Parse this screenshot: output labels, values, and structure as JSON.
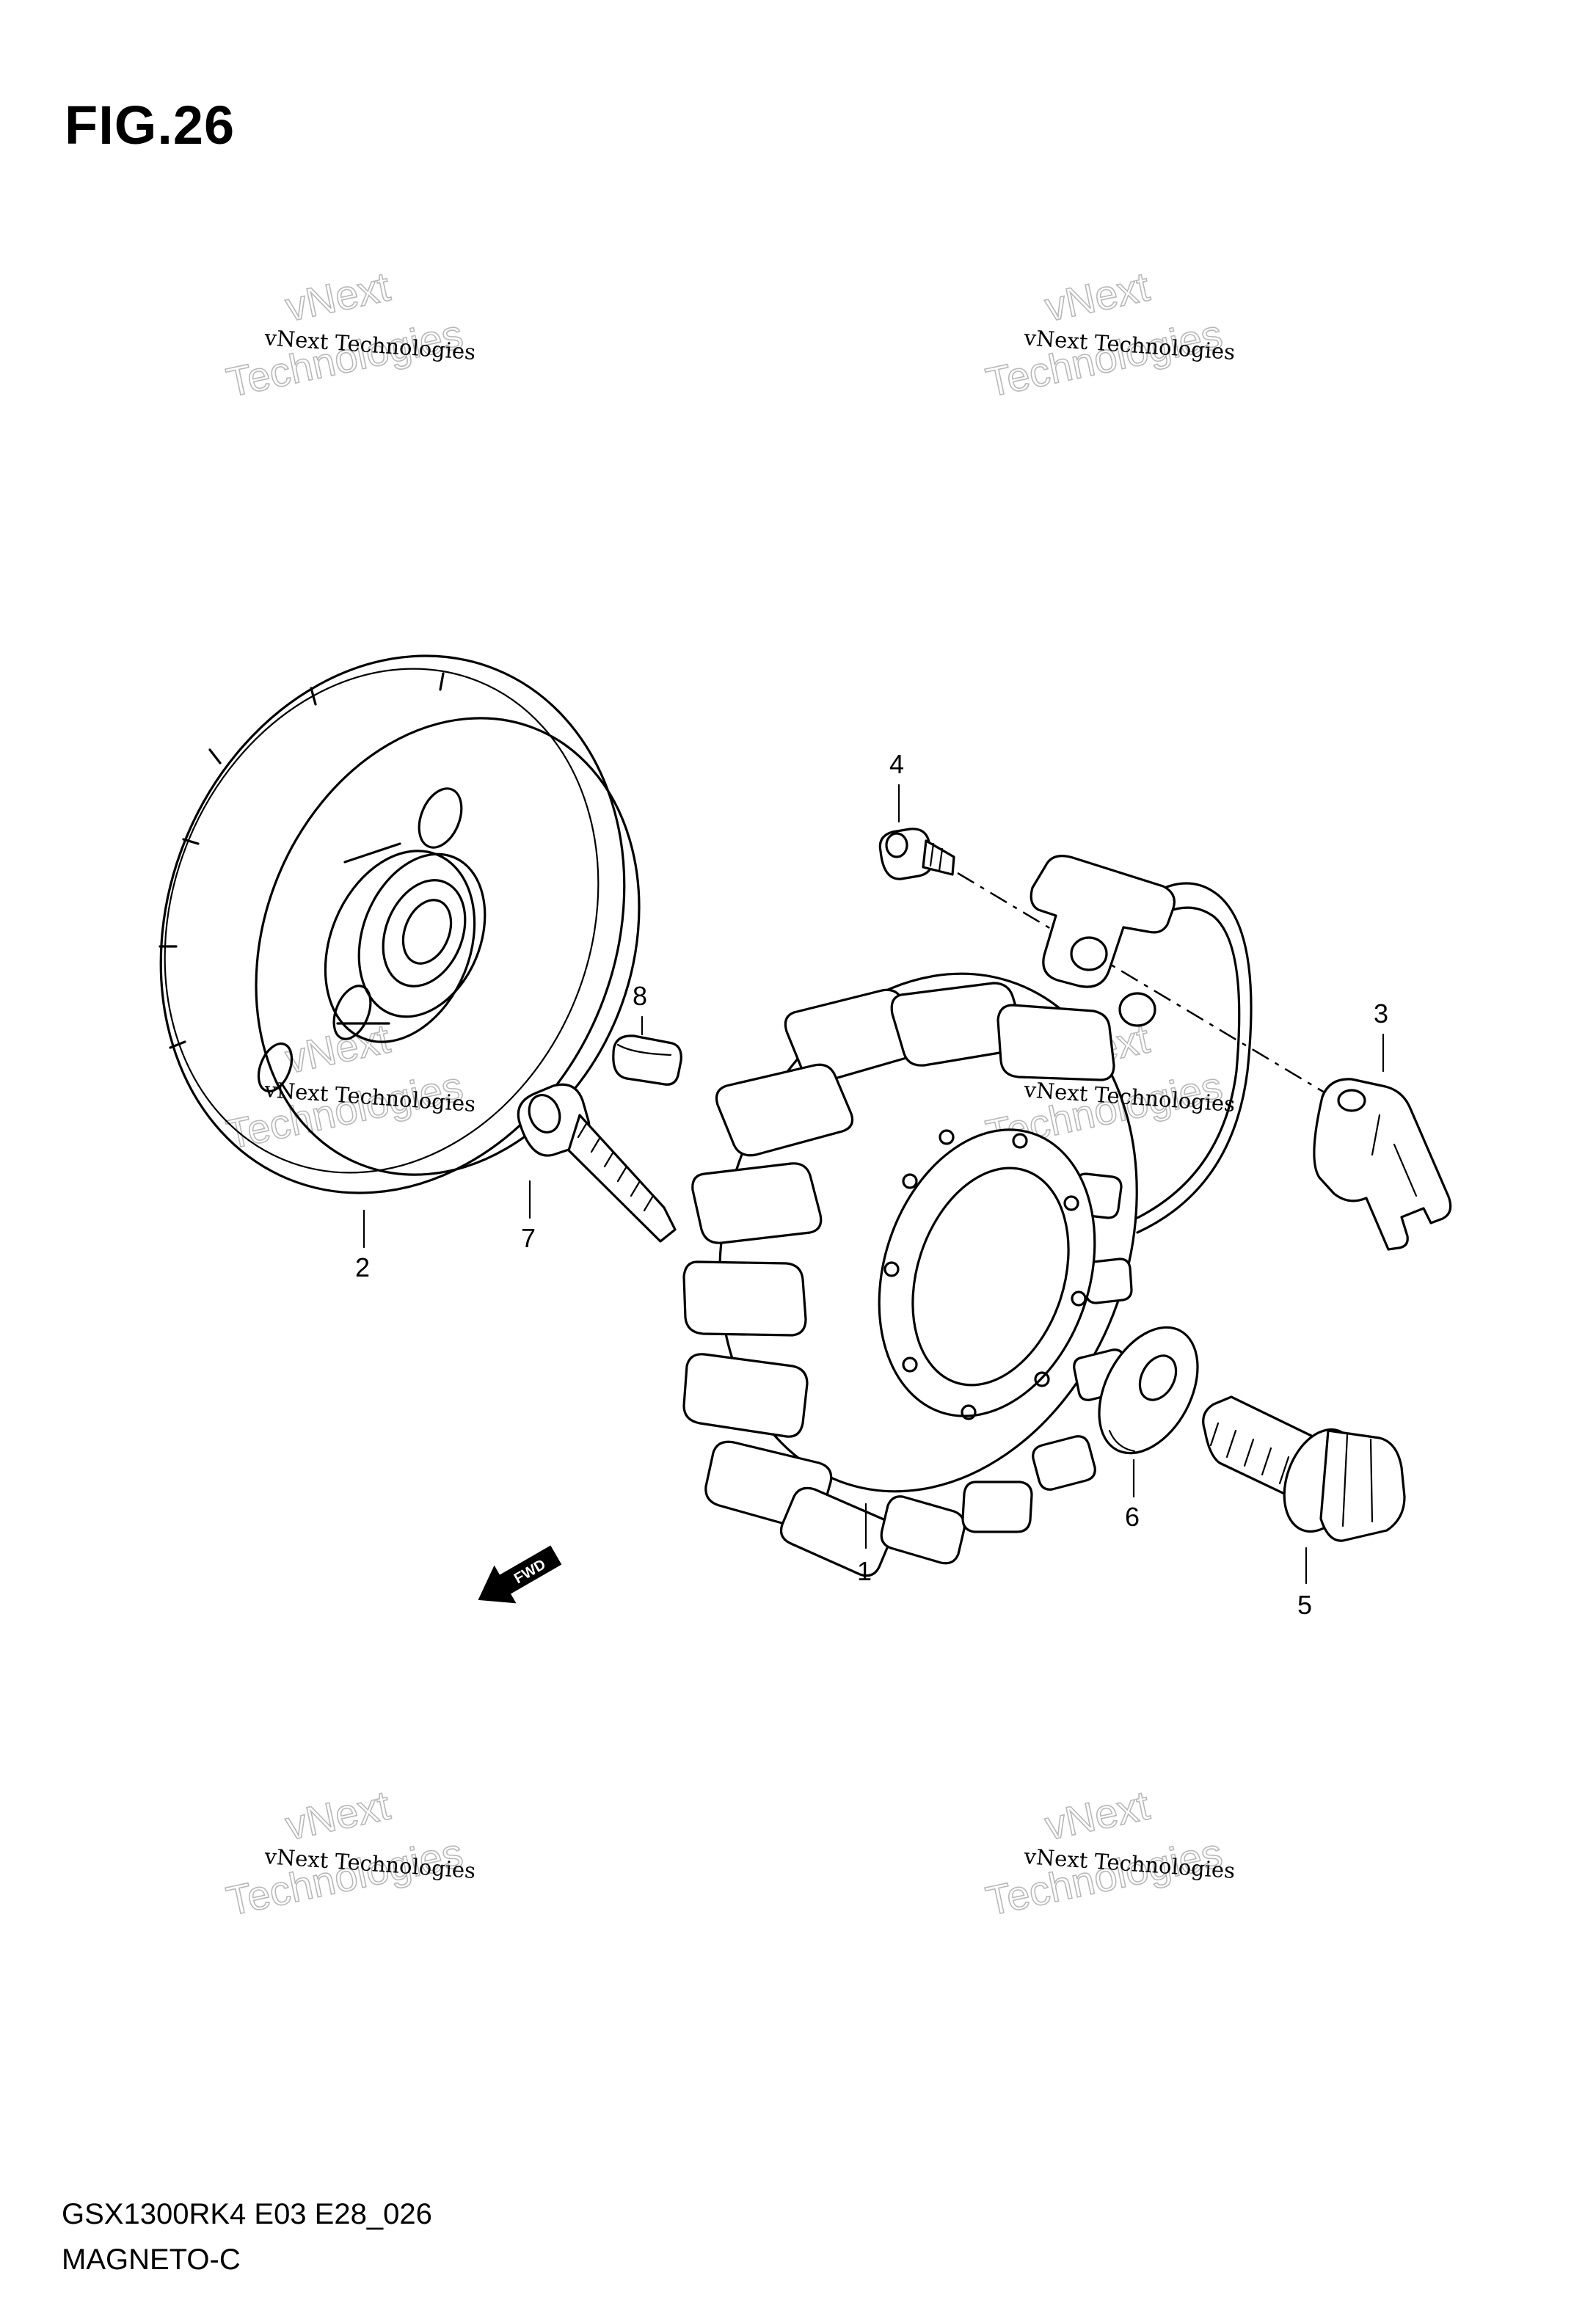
{
  "figure": {
    "title": "FIG.26",
    "model_code": "GSX1300RK4 E03 E28_026",
    "section_name": "MAGNETO-C"
  },
  "callouts": [
    "1",
    "2",
    "3",
    "4",
    "5",
    "6",
    "7",
    "8"
  ],
  "forward_arrow_label": "FWD",
  "watermark": {
    "line_small": "vNext Technologies",
    "ghost_top": "vNext",
    "ghost_bottom": "Technologies"
  }
}
